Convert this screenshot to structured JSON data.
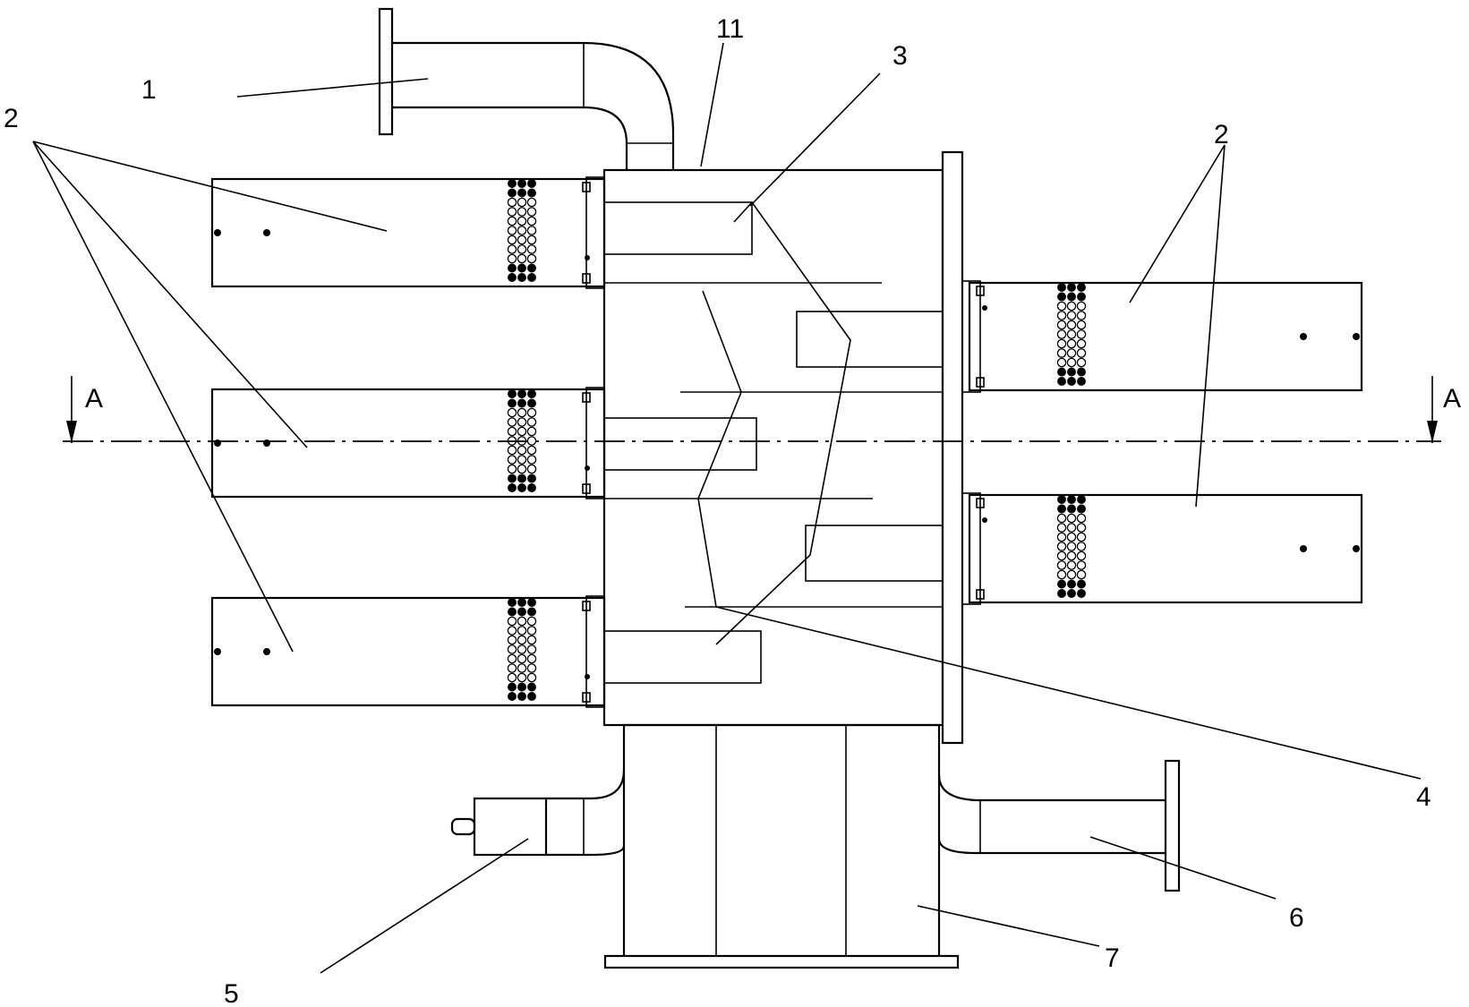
{
  "labels": {
    "l1": "1",
    "l2_left": "2",
    "l2_right": "2",
    "l3": "3",
    "l4": "4",
    "l5": "5",
    "l6": "6",
    "l7": "7",
    "l11": "11",
    "sectionA_left": "A",
    "sectionA_right": "A"
  },
  "colors": {
    "line": "#000000",
    "background": "#ffffff"
  }
}
